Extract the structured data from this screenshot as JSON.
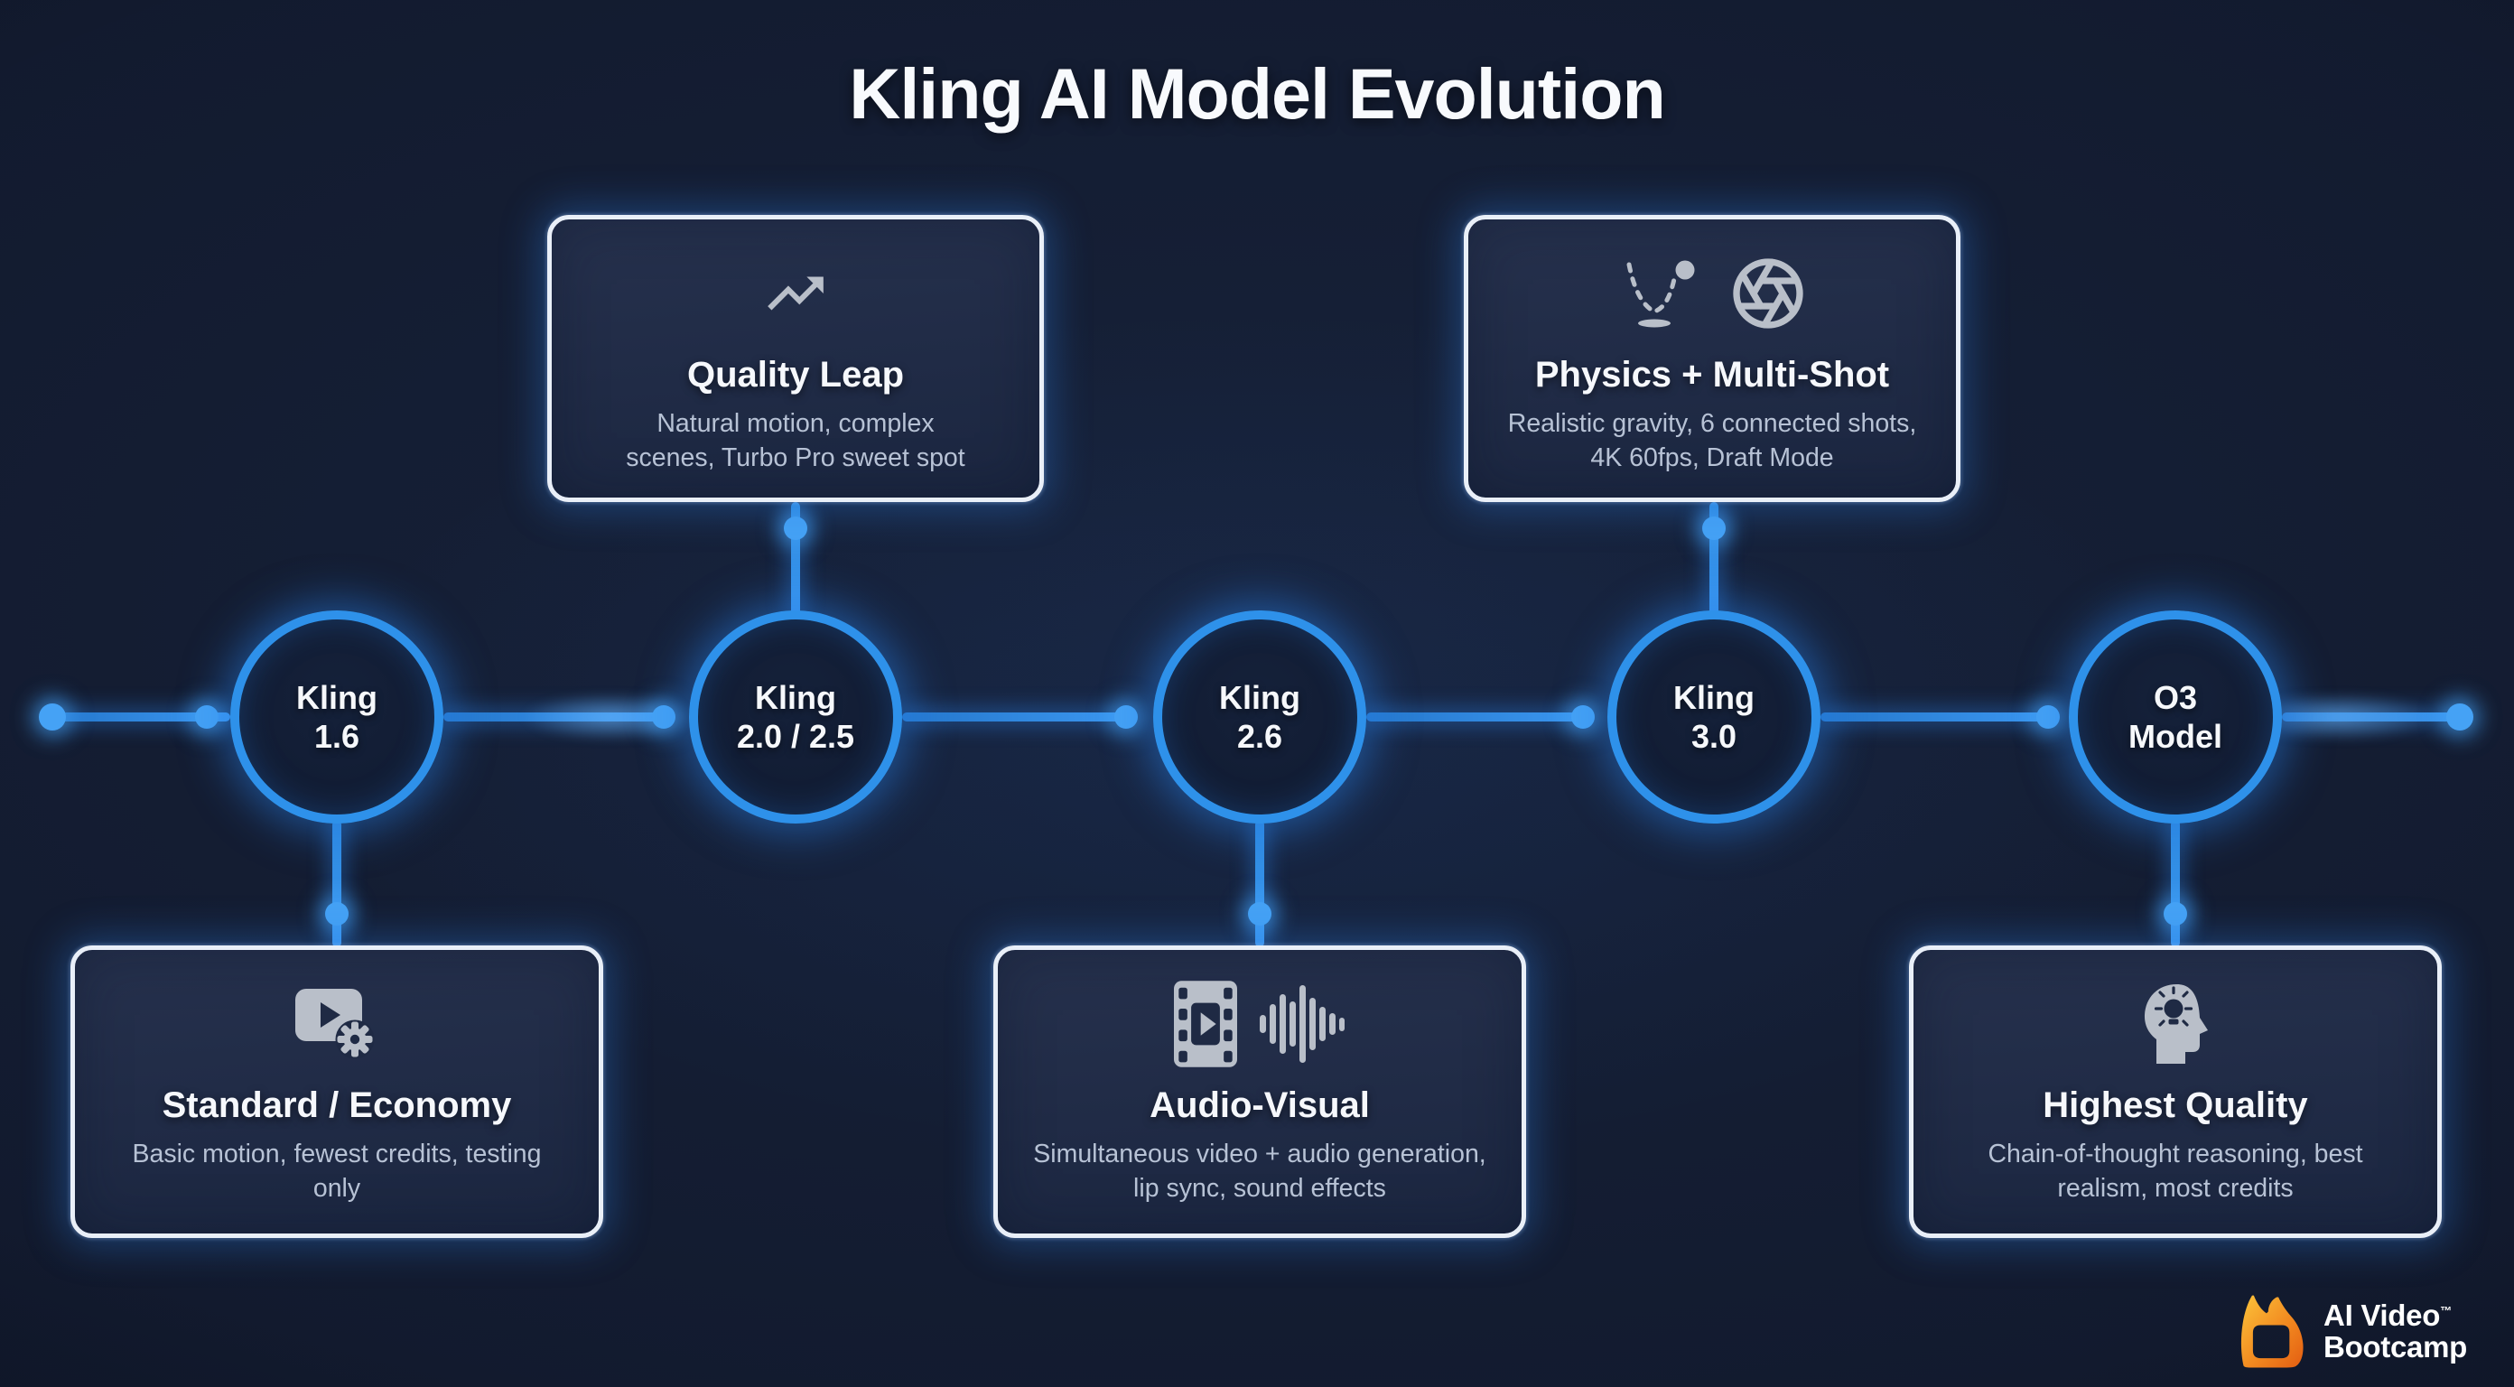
{
  "title": "Kling AI Model Evolution",
  "timeline": {
    "nodes": [
      {
        "line1": "Kling",
        "line2": "1.6"
      },
      {
        "line1": "Kling",
        "line2": "2.0 / 2.5"
      },
      {
        "line1": "Kling",
        "line2": "2.6"
      },
      {
        "line1": "Kling",
        "line2": "3.0"
      },
      {
        "line1": "O3",
        "line2": "Model"
      }
    ]
  },
  "cards": [
    {
      "position": "top",
      "icons": [
        "trending-up-icon"
      ],
      "title": "Quality Leap",
      "description": "Natural motion, complex scenes, Turbo Pro sweet spot"
    },
    {
      "position": "top",
      "icons": [
        "bouncing-ball-icon",
        "aperture-icon"
      ],
      "title": "Physics + Multi-Shot",
      "description": "Realistic gravity, 6 connected shots, 4K 60fps, Draft Mode"
    },
    {
      "position": "bottom",
      "icons": [
        "video-settings-icon"
      ],
      "title": "Standard / Economy",
      "description": "Basic motion, fewest credits, testing only"
    },
    {
      "position": "bottom",
      "icons": [
        "film-strip-icon",
        "audio-waveform-icon"
      ],
      "title": "Audio-Visual",
      "description": "Simultaneous video + audio generation, lip sync, sound effects"
    },
    {
      "position": "bottom",
      "icons": [
        "head-lightbulb-icon"
      ],
      "title": "Highest Quality",
      "description": "Chain-of-thought reasoning, best realism, most credits"
    }
  ],
  "logo": {
    "line1": "AI Video",
    "trademark": "™",
    "line2": "Bootcamp"
  },
  "colors": {
    "background": "#121a2e",
    "accent_blue": "#2e91ea",
    "dot_blue": "#45a2f5",
    "card_fill": "#202b45",
    "card_border": "#e9eff8",
    "text_primary": "#f6f8fc",
    "text_secondary": "#b7c2d5",
    "icon_gray": "#b9bfc9",
    "logo_orange_start": "#fbc43b",
    "logo_orange_end": "#e35d12"
  }
}
